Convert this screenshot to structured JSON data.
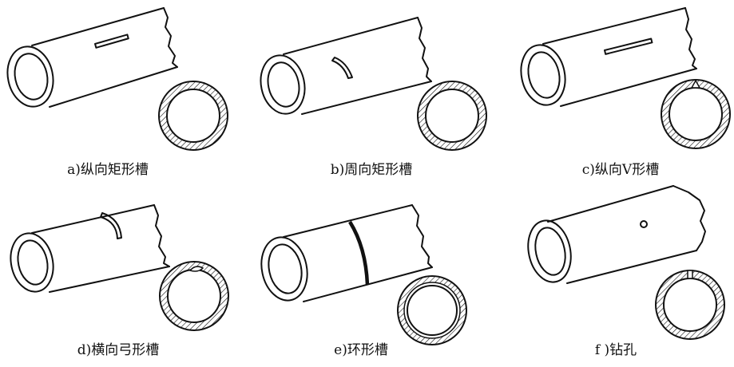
{
  "figures": [
    {
      "id": "a",
      "caption": "a)纵向矩形槽",
      "defect": "longitudinal-rect"
    },
    {
      "id": "b",
      "caption": "b)周向矩形槽",
      "defect": "circumferential-rect"
    },
    {
      "id": "c",
      "caption": "c)纵向V形槽",
      "defect": "longitudinal-v"
    },
    {
      "id": "d",
      "caption": "d)横向弓形槽",
      "defect": "transverse-bow"
    },
    {
      "id": "e",
      "caption": "e)环形槽",
      "defect": "ring-groove"
    },
    {
      "id": "f",
      "caption": "f )钻孔",
      "defect": "drilled-hole"
    }
  ]
}
